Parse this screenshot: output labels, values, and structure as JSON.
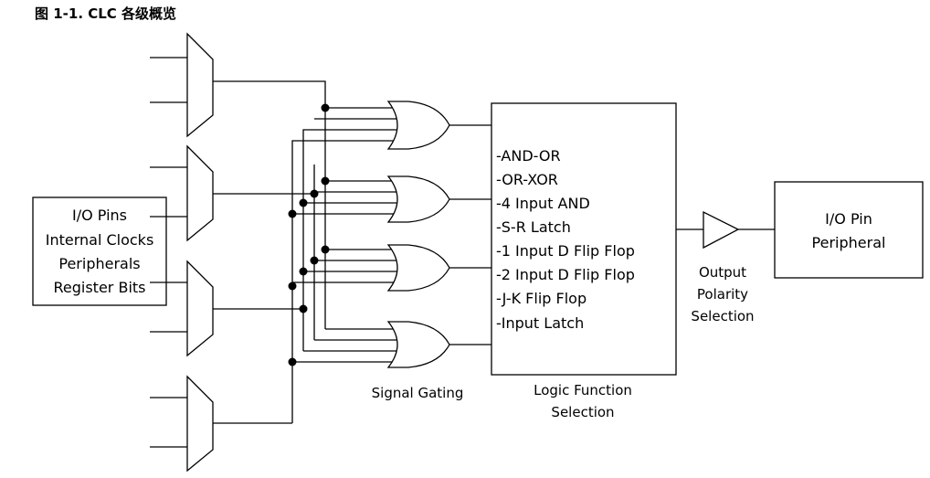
{
  "figure_title": "图 1-1. CLC 各级概览",
  "sources_box": {
    "lines": [
      "I/O  Pins",
      "Internal  Clocks",
      "Peripherals",
      "Register  Bits"
    ]
  },
  "logic_function_box": {
    "items": [
      "-AND-OR",
      "-OR-XOR",
      "-4 Input AND",
      "-S-R Latch",
      "-1 Input  D  Flip Flop",
      "-2 Input D  Flip  Flop",
      "-J-K Flip Flop",
      "-Input  Latch"
    ]
  },
  "output_box": {
    "lines": [
      "I/O  Pin",
      "Peripheral"
    ]
  },
  "stage_labels": {
    "signal_gating": "Signal Gating",
    "logic_function_selection": [
      "Logic Function",
      "Selection"
    ],
    "output_polarity_selection": [
      "Output",
      "Polarity",
      "Selection"
    ]
  }
}
